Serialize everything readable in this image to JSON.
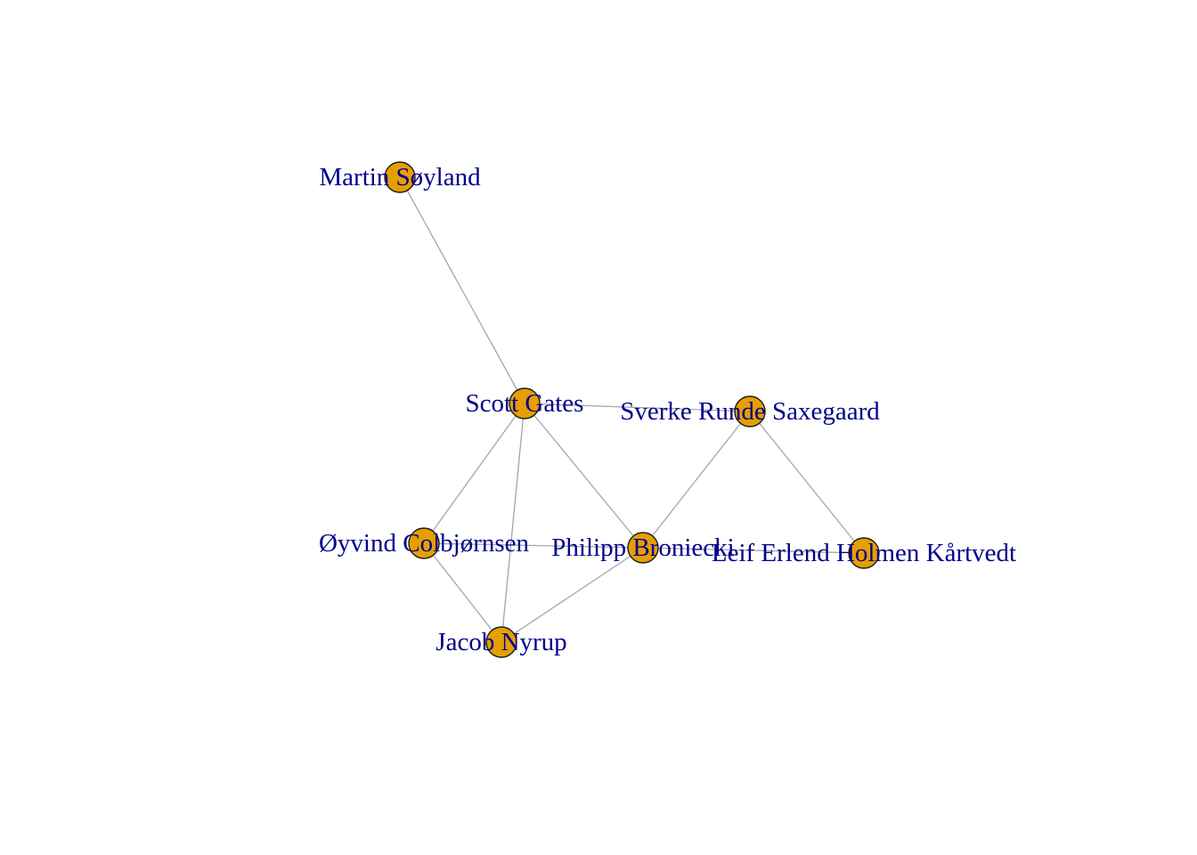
{
  "network": {
    "node_color": "#e69f00",
    "edge_color": "#a6a6a6",
    "label_color": "#00008b",
    "nodes": [
      {
        "id": "martin",
        "label": "Martin Søyland"
      },
      {
        "id": "scott",
        "label": "Scott Gates"
      },
      {
        "id": "sverke",
        "label": "Sverke Runde Saxegaard"
      },
      {
        "id": "oyvind",
        "label": "Øyvind Colbjørnsen"
      },
      {
        "id": "philipp",
        "label": "Philipp Broniecki"
      },
      {
        "id": "leif",
        "label": "Leif Erlend Holmen Kårtvedt"
      },
      {
        "id": "jacob",
        "label": "Jacob Nyrup"
      }
    ],
    "edges": [
      {
        "source": "martin",
        "target": "scott"
      },
      {
        "source": "scott",
        "target": "sverke"
      },
      {
        "source": "scott",
        "target": "oyvind"
      },
      {
        "source": "scott",
        "target": "jacob"
      },
      {
        "source": "scott",
        "target": "philipp"
      },
      {
        "source": "sverke",
        "target": "philipp"
      },
      {
        "source": "sverke",
        "target": "leif"
      },
      {
        "source": "oyvind",
        "target": "philipp"
      },
      {
        "source": "oyvind",
        "target": "jacob"
      },
      {
        "source": "philipp",
        "target": "jacob"
      },
      {
        "source": "philipp",
        "target": "leif"
      }
    ]
  }
}
